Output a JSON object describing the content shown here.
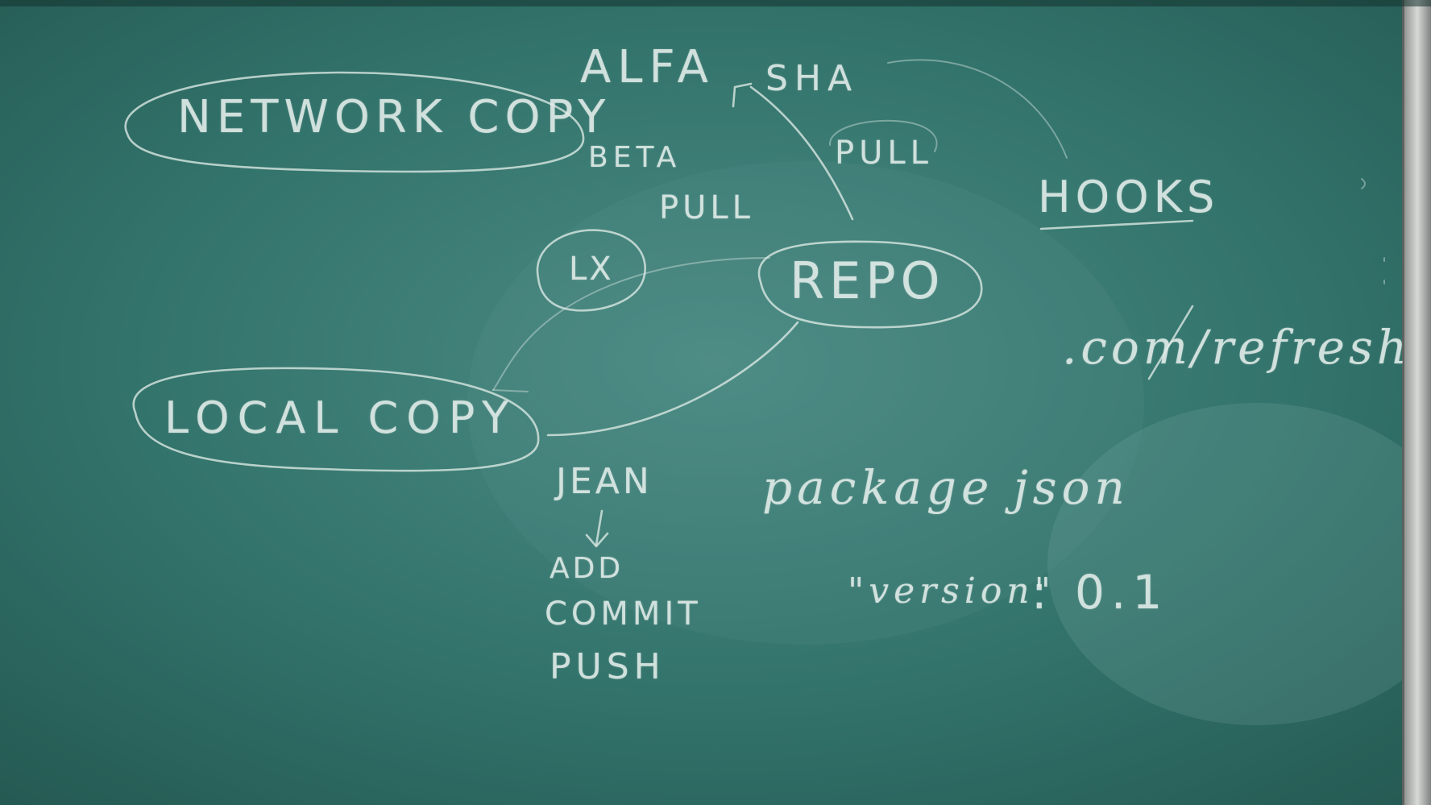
{
  "board": {
    "surface_color": "#2f6f66",
    "chalk_color": "#e1ece8",
    "frame_color": "#b9bcb8"
  },
  "labels": {
    "network_copy": "NETWORK COPY",
    "local_copy": "LOCAL COPY",
    "repo": "REPO",
    "lx": "LX",
    "alfa": "ALFA",
    "sha": "SHA",
    "beta": "BETA",
    "pull_beta": "PULL",
    "pull_sha": "PULL",
    "hooks": "HOOKS",
    "refresh_url": ".com/refresh",
    "jean": "JEAN",
    "add": "ADD",
    "commit": "COMMIT",
    "push": "PUSH",
    "package_json": "package json",
    "version_key": "\"version\"",
    "version_value": ": 0.1"
  }
}
